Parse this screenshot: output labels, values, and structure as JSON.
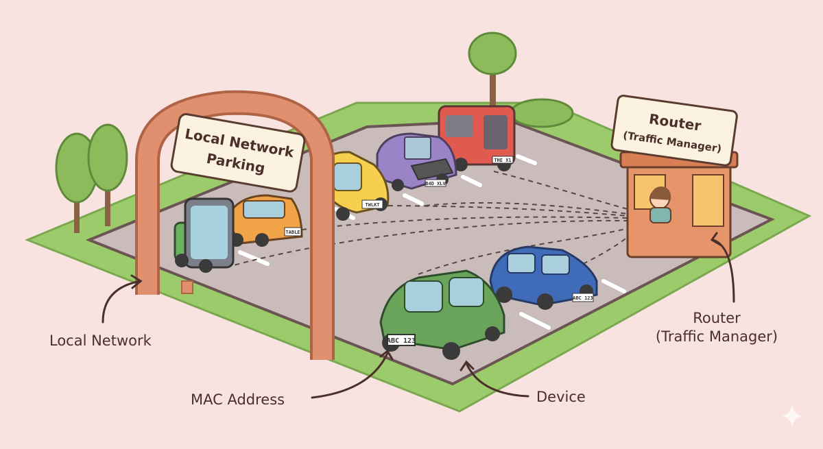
{
  "arch_sign": {
    "line1": "Local Network",
    "line2": "Parking"
  },
  "booth_sign": {
    "line1": "Router",
    "line2": "(Traffic Manager)"
  },
  "labels": {
    "local_network": "Local Network",
    "mac_address": "MAC Address",
    "device": "Device",
    "router_line1": "Router",
    "router_line2": "(Traffic Manager)"
  },
  "plates": {
    "green_car": "ABC 123",
    "blue_car": "ABC 123",
    "yellow_car": "TWLKT",
    "laptop_car": "B4D XLV",
    "red_truck": "THE X1",
    "orange_car": "TABLE"
  },
  "colors": {
    "background": "#f9e3e1",
    "lot_surface": "#cbbcbc",
    "grass": "#9ccb6c",
    "arch": "#d98160",
    "booth": "#e6956b"
  }
}
